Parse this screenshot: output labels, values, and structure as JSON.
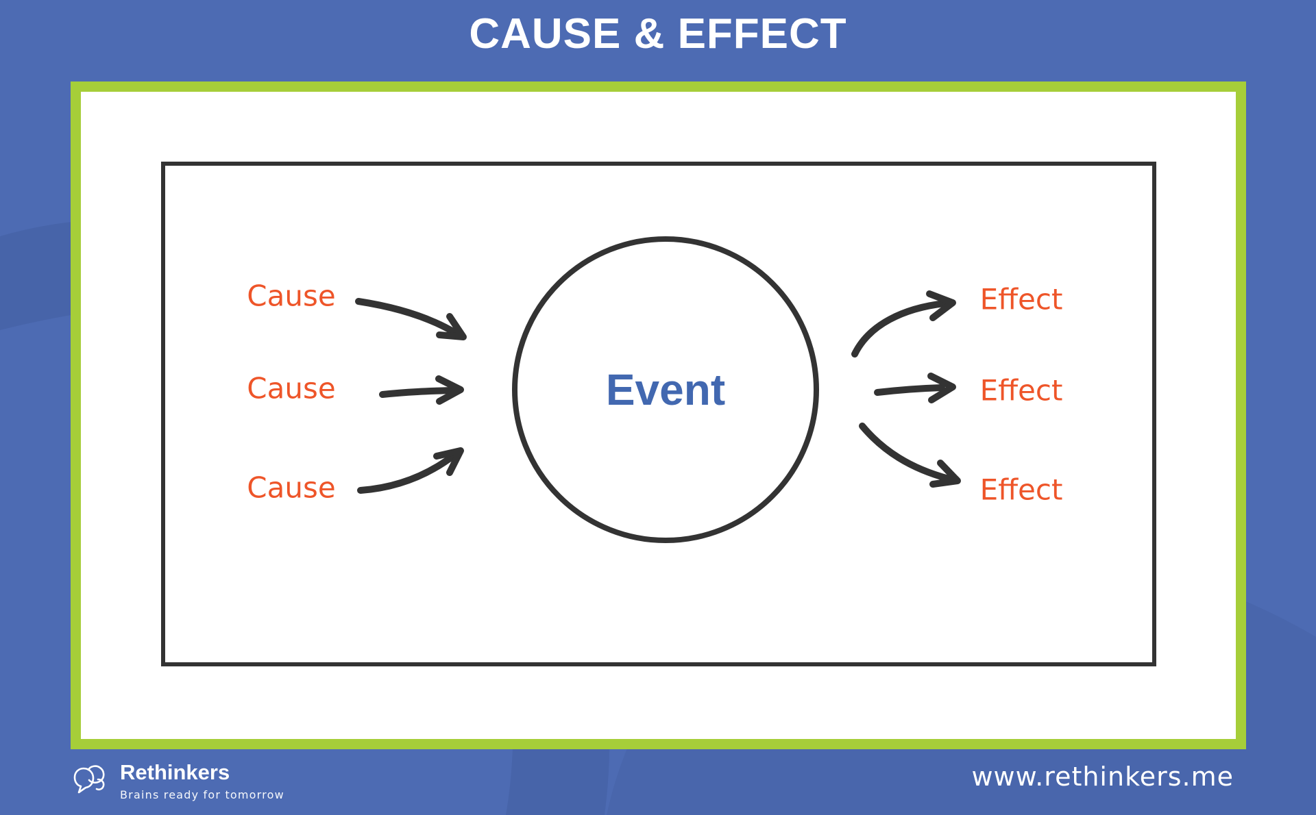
{
  "title": "CAUSE & EFFECT",
  "diagram": {
    "event_label": "Event",
    "causes": [
      "Cause",
      "Cause",
      "Cause"
    ],
    "effects": [
      "Effect",
      "Effect",
      "Effect"
    ]
  },
  "footer": {
    "brand_name": "Rethinkers",
    "brand_tagline": "Brains ready for tomorrow",
    "website": "www.rethinkers.me"
  },
  "icons": {
    "brand_logo": "brain-speech-bubbles-icon"
  },
  "colors": {
    "background_blue": "#4d6bb3",
    "accent_green": "#a6ce39",
    "label_orange": "#ee5529",
    "event_blue": "#4268b0",
    "stroke_dark": "#333333",
    "card_white": "#ffffff"
  }
}
